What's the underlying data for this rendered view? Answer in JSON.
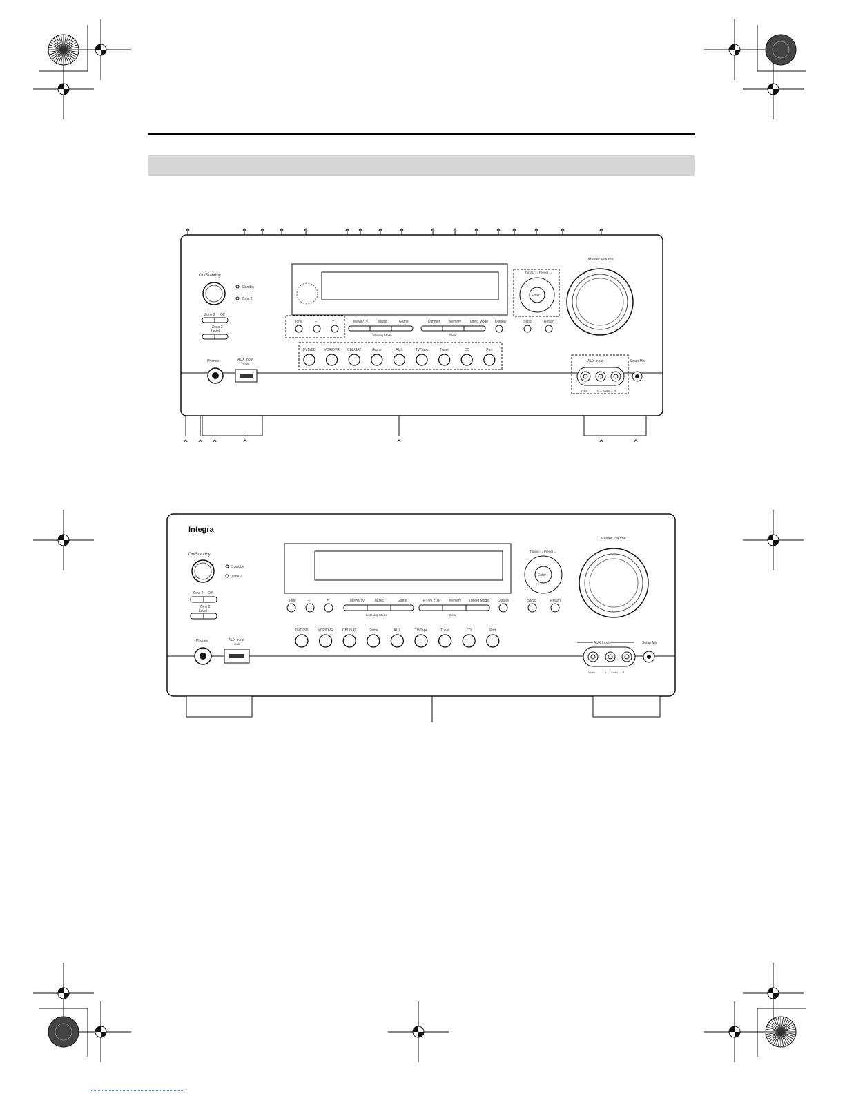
{
  "receiver": {
    "power_label": "On/Standby",
    "standby_label": "Standby",
    "zone2_indicator_label": "Zone 2",
    "zone2_button_label": "Zone 2",
    "off_button_label": "Off",
    "zone2_level_label": "Zone 2",
    "level_label": "Level",
    "tone_label": "Tone",
    "minus_label": "–",
    "plus_label": "+",
    "listening_modes": [
      "Movie/TV",
      "Music",
      "Game"
    ],
    "listening_mode_caption": "Listening Mode",
    "tuner_buttons": [
      "Dimmer",
      "Memory",
      "Tuning Mode"
    ],
    "tuner_buttons_second": [
      "RT/PTY/TP",
      "Memory",
      "Tuning Mode"
    ],
    "clear_caption": "Clear",
    "display_label": "Display",
    "tuning_preset_label": "Tuning ↕ / Preset ↔",
    "enter_label": "Enter",
    "setup_label": "Setup",
    "return_label": "Return",
    "master_volume_label": "Master Volume",
    "phones_label": "Phones",
    "aux_input_hdmi_label": "AUX Input",
    "hdmi_sublabel": "HDMI",
    "input_selectors": [
      "DVD/BD",
      "VCR/DVR",
      "CBL/SAT",
      "Game",
      "AUX",
      "TV/Tape",
      "Tuner",
      "CD",
      "Port"
    ],
    "aux_input_label": "AUX Input",
    "video_label": "Video",
    "audio_label": "L — Audio — R",
    "setup_mic_label": "Setup Mic",
    "brand_label": "Integra"
  }
}
